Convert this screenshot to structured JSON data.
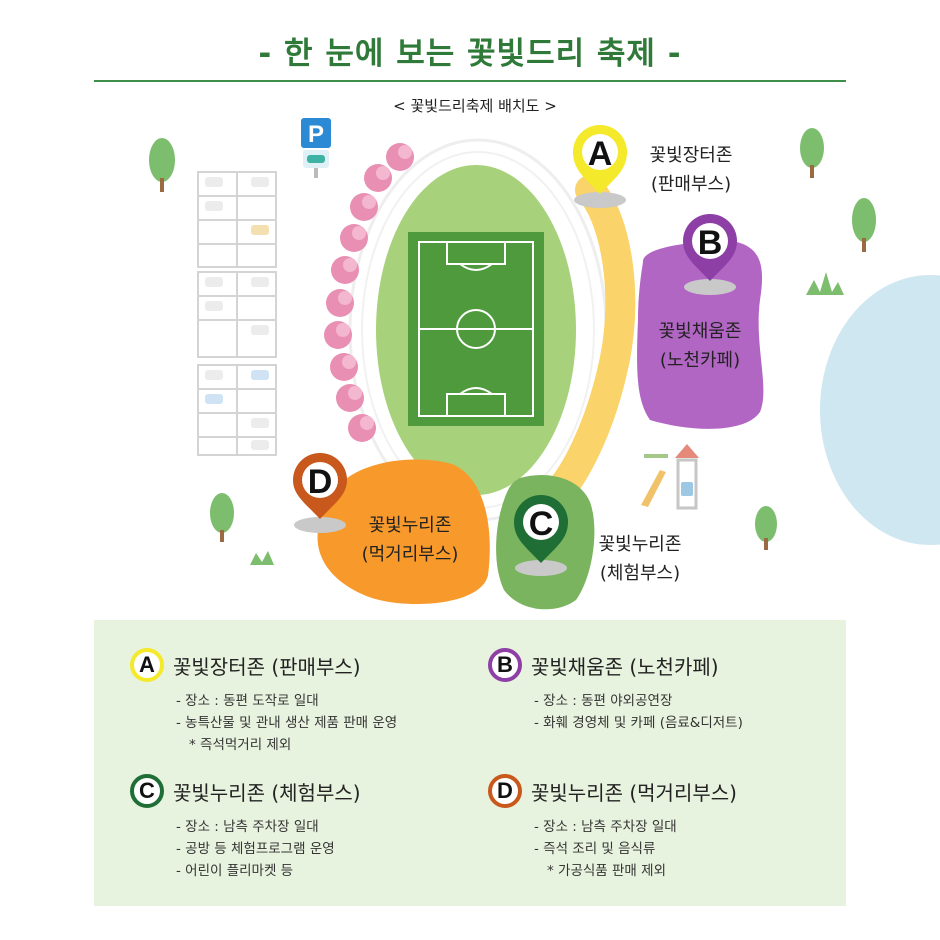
{
  "title": "- 한 눈에 보는 꽃빛드리 축제 -",
  "map": {
    "subtitle": "< 꽃빛드리축제 배치도 >",
    "parking_letter": "P",
    "zones": [
      {
        "id": "A",
        "letter": "A",
        "name": "꽃빛장터존",
        "type": "(판매부스)",
        "color": "#f4e92a"
      },
      {
        "id": "B",
        "letter": "B",
        "name": "꽃빛채움존",
        "type": "(노천카페)",
        "color": "#8e3fa6"
      },
      {
        "id": "C",
        "letter": "C",
        "name": "꽃빛누리존",
        "type": "(체험부스)",
        "color": "#1f6e35"
      },
      {
        "id": "D",
        "letter": "D",
        "name": "꽃빛누리존",
        "type": "(먹거리부스)",
        "color": "#c8581c"
      }
    ]
  },
  "legend": {
    "A": {
      "title": "꽃빛장터존 (판매부스)",
      "lines": [
        "- 장소 : 동편 도작로 일대",
        "- 농특산물 및 관내 생산 제품 판매 운영"
      ],
      "note": "* 즉석먹거리 제외"
    },
    "B": {
      "title": "꽃빛채움존 (노천카페)",
      "lines": [
        "- 장소 : 동편 야외공연장",
        "- 화훼 경영체 및 카페 (음료&디저트)"
      ]
    },
    "C": {
      "title": "꽃빛누리존 (체험부스)",
      "lines": [
        "- 장소 : 남측 주차장 일대",
        "- 공방 등 체험프로그램 운영",
        "- 어린이 플리마켓 등"
      ]
    },
    "D": {
      "title": "꽃빛누리존 (먹거리부스)",
      "lines": [
        "- 장소 : 남측 주차장 일대",
        "- 즉석 조리 및 음식류"
      ],
      "note": "* 가공식품 판매 제외"
    }
  }
}
